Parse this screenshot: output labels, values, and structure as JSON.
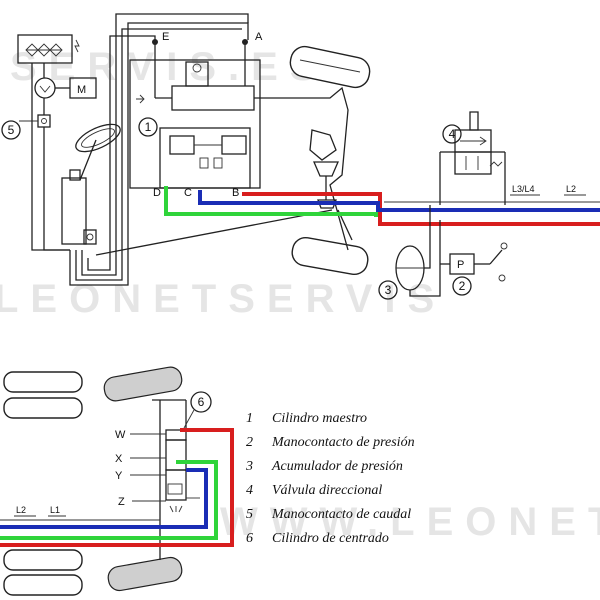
{
  "watermark": {
    "top": "SERVIS.ES",
    "middle": "LEONETSERVIS",
    "bottom": "WWW.LEONET"
  },
  "labels": {
    "E": "E",
    "A": "A",
    "D": "D",
    "C": "C",
    "B": "B",
    "M": "M",
    "P": "P",
    "L3L4": "L3/L4",
    "L2_top": "L2",
    "L2_bottom": "L2",
    "L1": "L1",
    "W": "W",
    "X": "X",
    "Y": "Y",
    "Z": "Z"
  },
  "callouts": [
    "1",
    "2",
    "3",
    "4",
    "5",
    "6"
  ],
  "legend": [
    {
      "num": "1",
      "text": "Cilindro maestro"
    },
    {
      "num": "2",
      "text": "Manocontacto de presión"
    },
    {
      "num": "3",
      "text": "Acumulador de presión"
    },
    {
      "num": "4",
      "text": "Válvula direccional"
    },
    {
      "num": "5",
      "text": "Manocontacto de caudal"
    },
    {
      "num": "6",
      "text": "Cilindro de centrado"
    }
  ],
  "colors": {
    "red": "#d81e1e",
    "blue": "#1a2db5",
    "green": "#2fd43a",
    "line": "#222222"
  }
}
